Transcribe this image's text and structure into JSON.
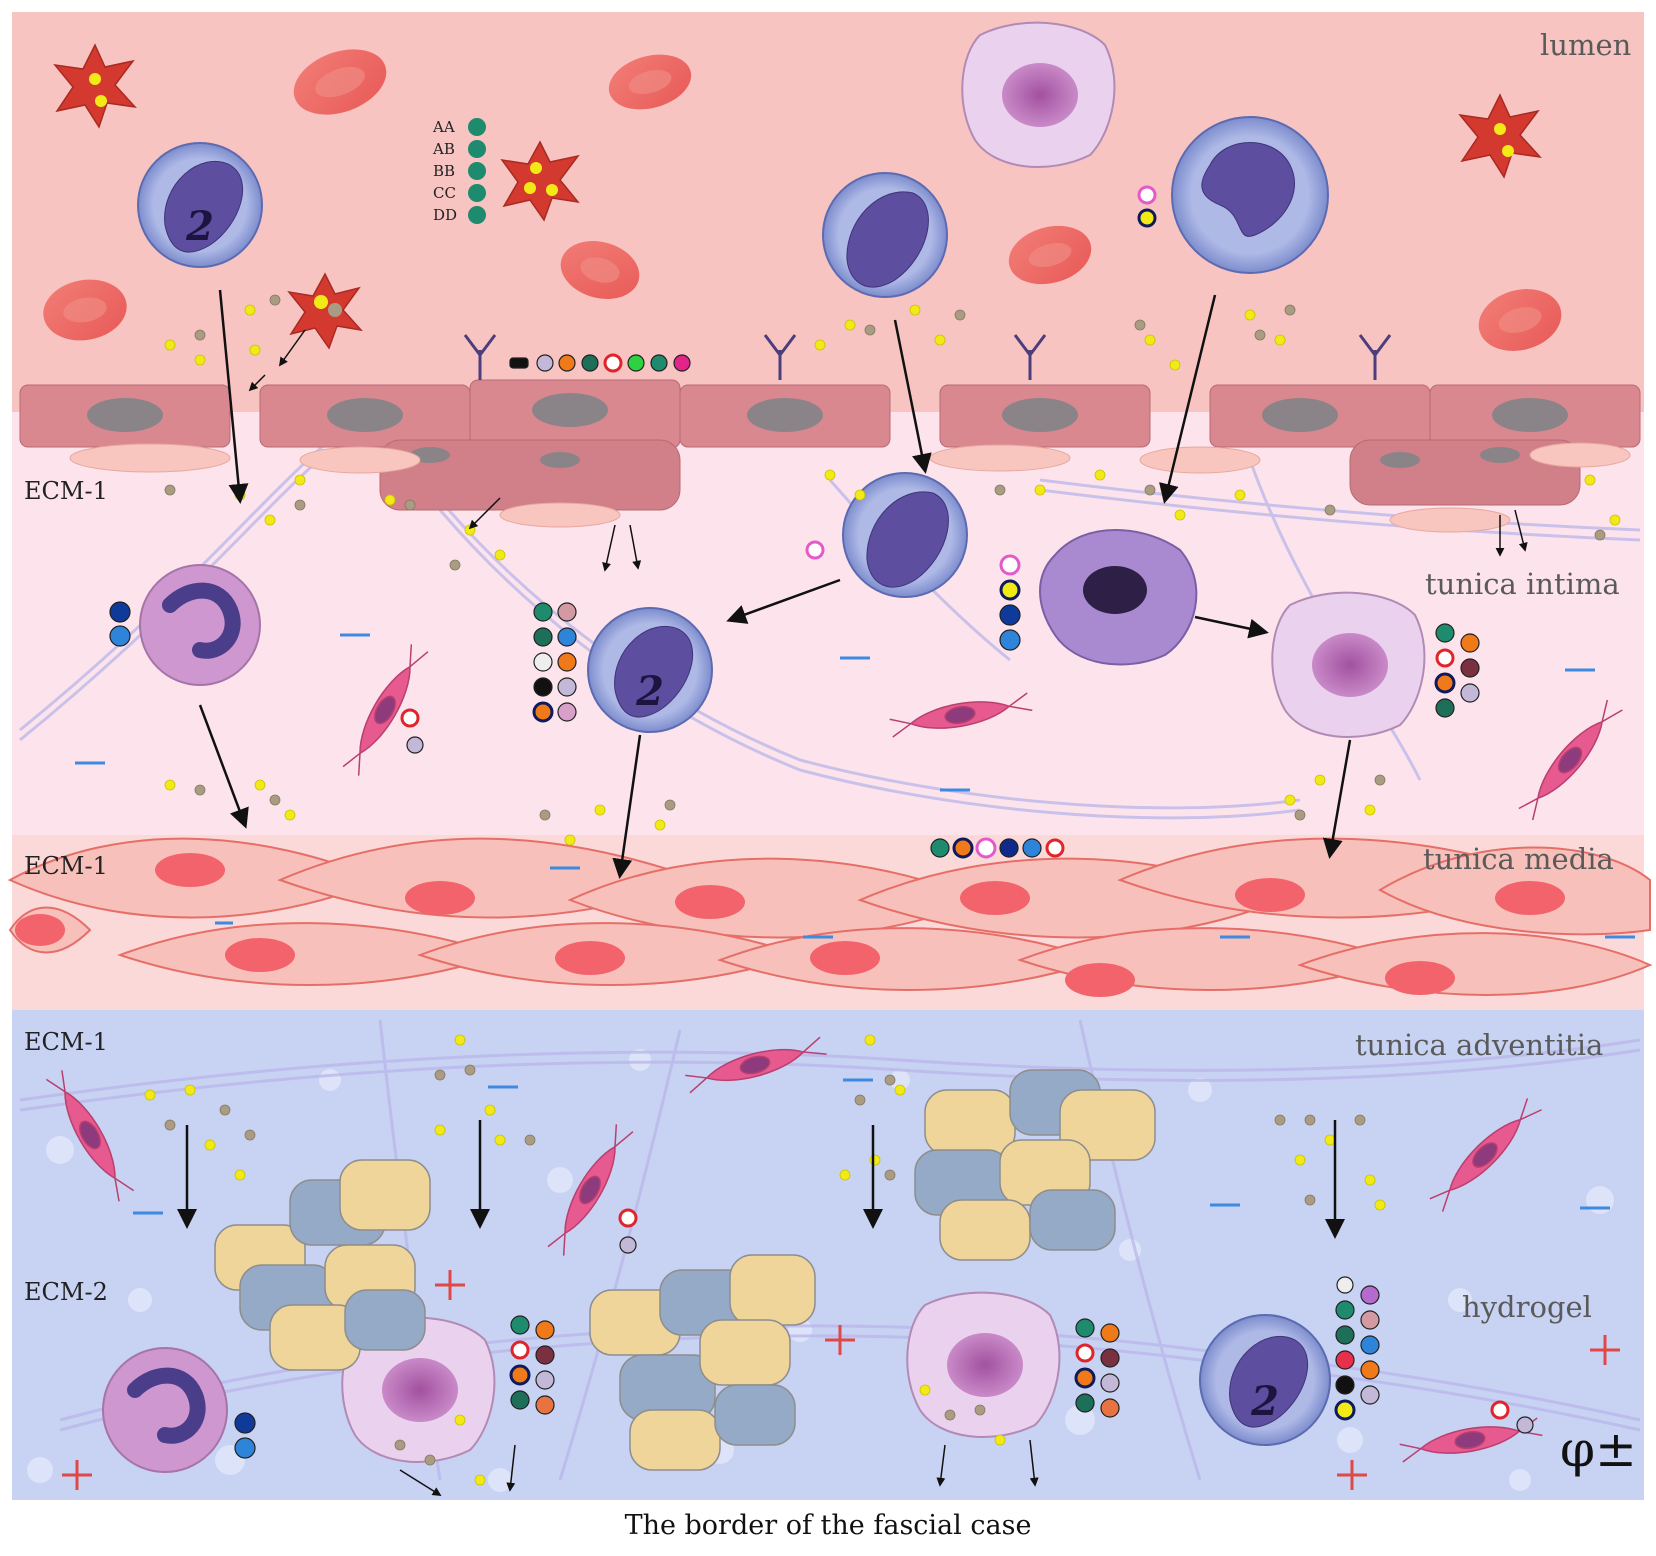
{
  "layers": {
    "lumen": "lumen",
    "intima": "tunica intima",
    "media": "tunica media",
    "adventitia": "tunica adventitia",
    "hydrogel": "hydrogel"
  },
  "ecm_labels": {
    "ecm1_a": "ECM-1",
    "ecm1_b": "ECM-1",
    "ecm1_c": "ECM-1",
    "ecm2": "ECM-2"
  },
  "legend": [
    "AA",
    "AB",
    "BB",
    "CC",
    "DD"
  ],
  "caption": "The border of the fascial case",
  "symbol": "φ±",
  "cell_numbers": [
    "2",
    "2",
    "2"
  ],
  "colors": {
    "lumen_bg": "#f7c7c4",
    "intima_bg": "#fde3ea",
    "media_bg": "#fbd6d6",
    "adventitia_bg": "#c9d3f3",
    "rbc": "#ee6b67",
    "platelet": "#d23a30",
    "lymphocyte": "#6f66b8",
    "macrophage": "#e8c5e8",
    "smooth_muscle": "#f6b6b0",
    "fibroblast": "#e8588f",
    "keratinocyte_blue": "#93a9c6",
    "keratinocyte_tan": "#f0d59b",
    "yellow_particle": "#f2ea16",
    "brown_particle": "#a99c82",
    "legend_dot": "#1e8a6e"
  }
}
